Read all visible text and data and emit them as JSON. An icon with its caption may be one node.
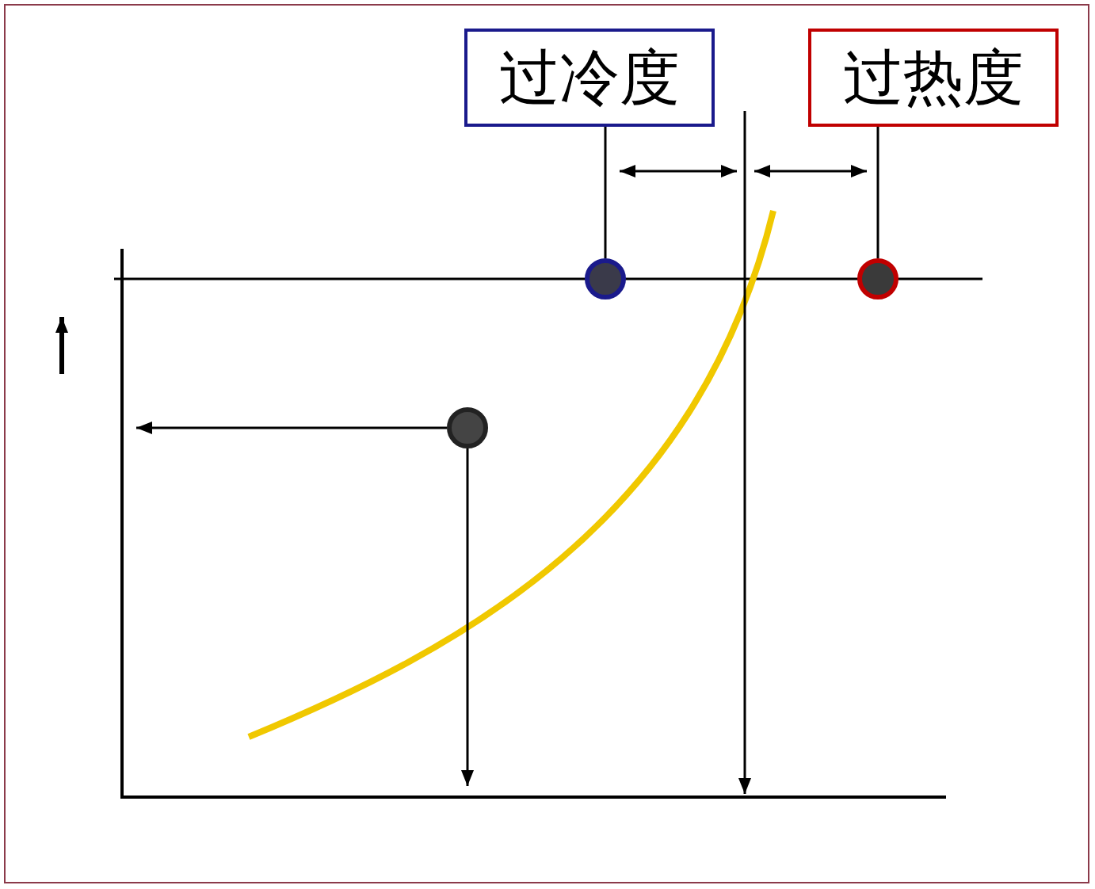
{
  "diagram": {
    "nodes": [
      {
        "text": [
          "过冷度"
        ]
      },
      {
        "text": [
          "过热度"
        ]
      },
      {
        "text": [],
        "shape": "circle"
      },
      {
        "text": [],
        "shape": "circle"
      },
      {
        "text": [],
        "shape": "circle"
      }
    ],
    "edges": [
      {
        "from": 0,
        "to": 2,
        "arrow": "none"
      },
      {
        "from": 1,
        "to": 3,
        "arrow": "none"
      },
      {
        "from": 4,
        "to": null,
        "arrow": "to"
      },
      {
        "from": 4,
        "to": null,
        "arrow": "to"
      }
    ]
  }
}
